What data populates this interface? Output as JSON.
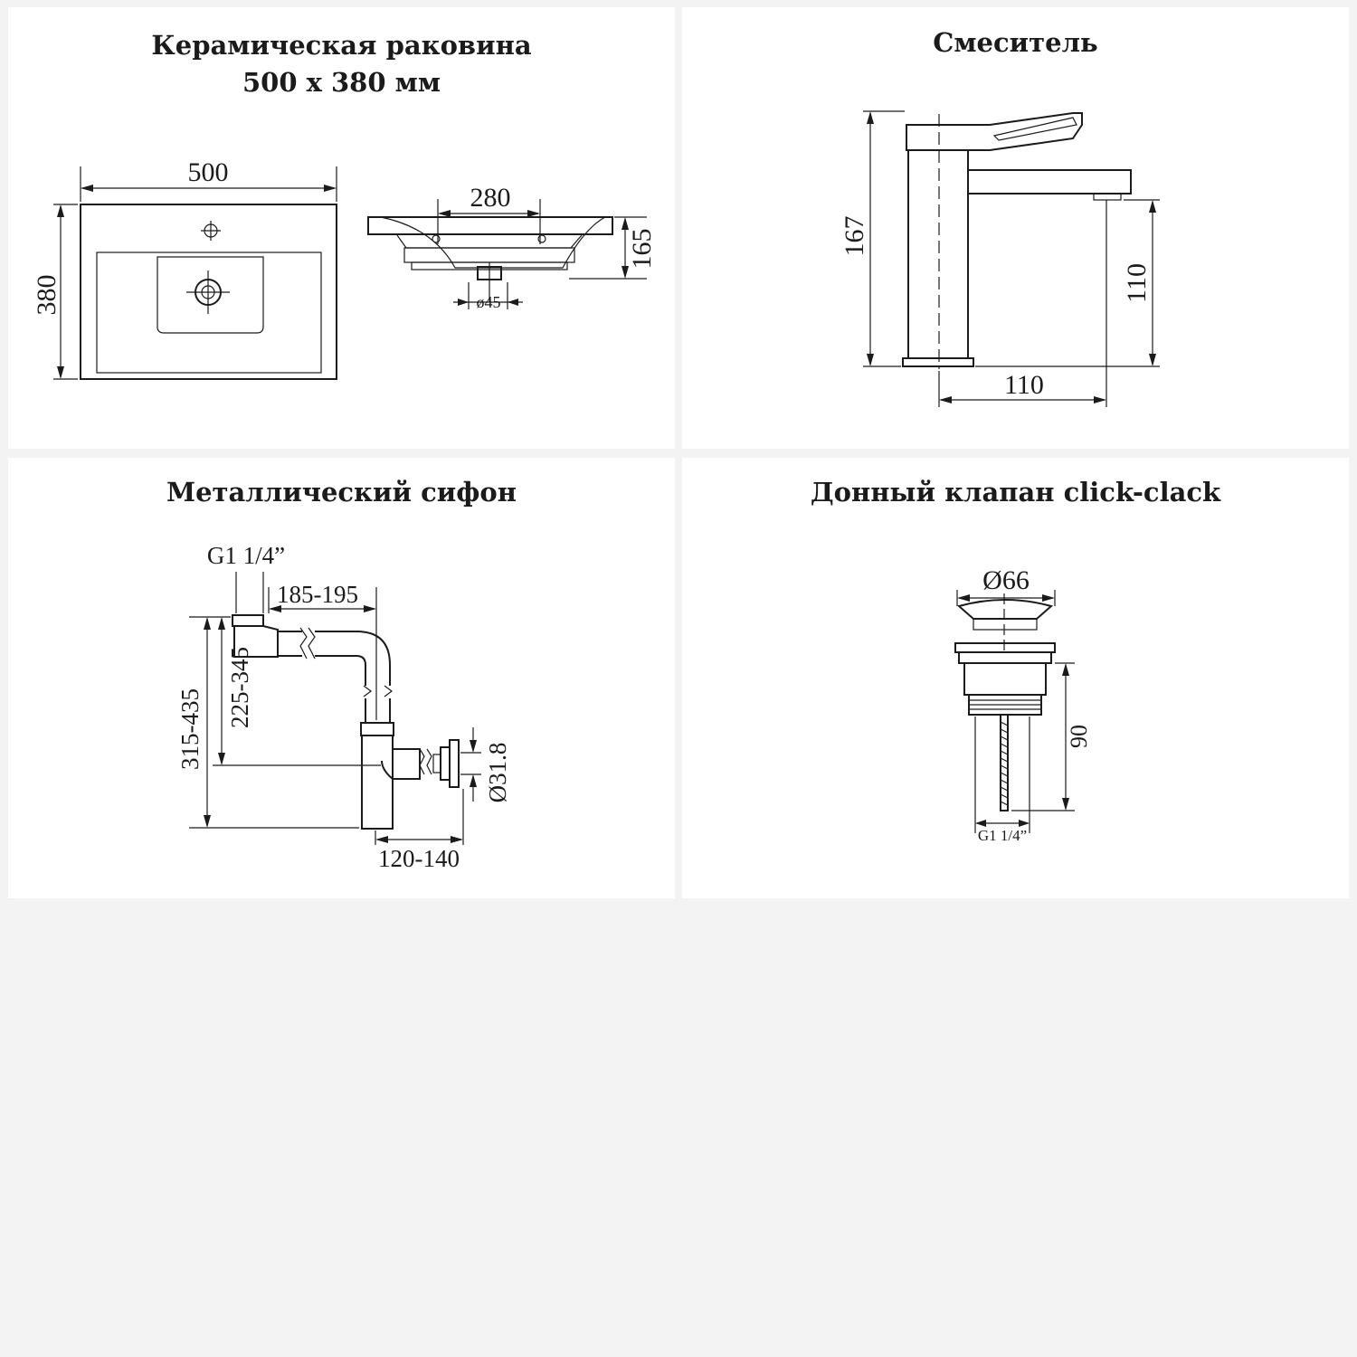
{
  "panels": {
    "sink": {
      "title_line1": "Керамическая раковина",
      "title_line2": "500 х 380 мм",
      "dims": {
        "width": "500",
        "depth": "380",
        "bowl": "280",
        "height": "165",
        "drain": "ø45"
      }
    },
    "faucet": {
      "title": "Смеситель",
      "dims": {
        "height": "167",
        "spout_height": "110",
        "reach": "110"
      }
    },
    "siphon": {
      "title": "Металлический сифон",
      "dims": {
        "thread": "G1 1/4”",
        "horizontal": "185-195",
        "height_outer": "315-435",
        "height_inner": "225-345",
        "diameter": "Ø31.8",
        "wall_offset": "120-140"
      }
    },
    "valve": {
      "title": "Донный клапан click-clack",
      "dims": {
        "diameter": "Ø66",
        "height": "90",
        "thread": "G1 1/4”"
      }
    }
  }
}
